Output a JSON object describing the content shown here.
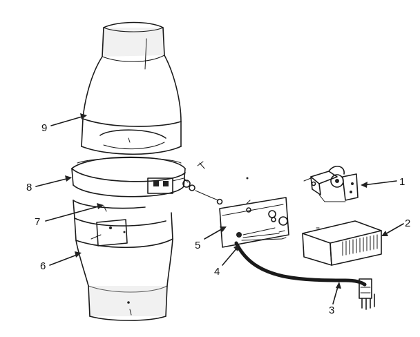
{
  "callouts": {
    "c1": "1",
    "c2": "2",
    "c3": "3",
    "c4": "4",
    "c5": "5",
    "c6": "6",
    "c7": "7",
    "c8": "8",
    "c9": "9"
  },
  "colors": {
    "ink": "#1a1a1a",
    "shade": "#d8d8d8",
    "background": "#ffffff"
  }
}
